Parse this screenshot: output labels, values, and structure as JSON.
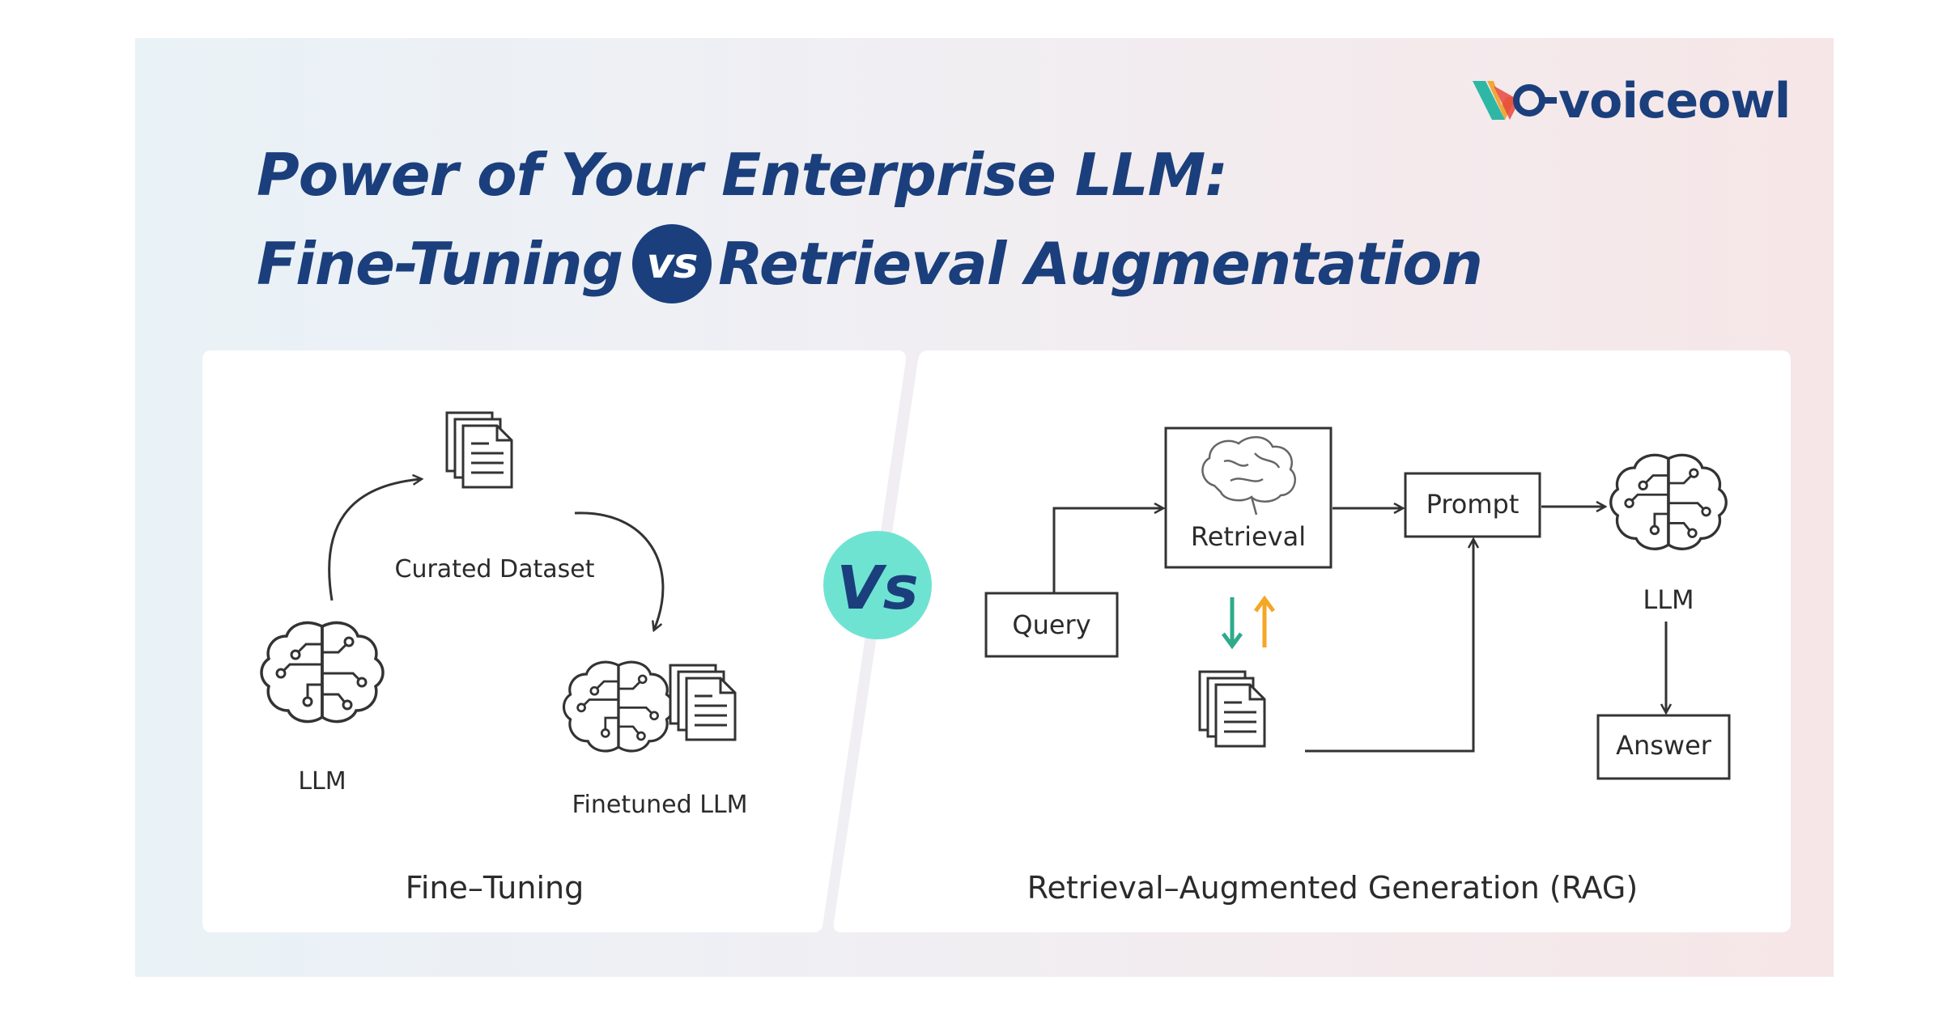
{
  "brand": {
    "name": "voiceowl",
    "colors": {
      "navy": "#1b3f7c",
      "teal": "#6fe3d2",
      "orange": "#f5a623",
      "green": "#2faa8c"
    }
  },
  "title": {
    "line1": "Power of Your Enterprise LLM:",
    "line2_left": "Fine-Tuning",
    "vs": "vs",
    "line2_right": "Retrieval Augmentation"
  },
  "center_badge": "Vs",
  "fine_tuning": {
    "caption": "Fine–Tuning",
    "nodes": {
      "dataset": "Curated Dataset",
      "llm": "LLM",
      "finetuned": "Finetuned LLM"
    },
    "icons": [
      "documents-icon",
      "brain-circuit-icon",
      "brain-circuit-icon",
      "documents-icon"
    ]
  },
  "rag": {
    "caption": "Retrieval–Augmented Generation (RAG)",
    "nodes": {
      "query": "Query",
      "retrieval": "Retrieval",
      "prompt": "Prompt",
      "llm": "LLM",
      "answer": "Answer"
    },
    "icons": [
      "brain-icon",
      "documents-icon",
      "brain-circuit-icon",
      "up-down-arrows-icon"
    ]
  }
}
